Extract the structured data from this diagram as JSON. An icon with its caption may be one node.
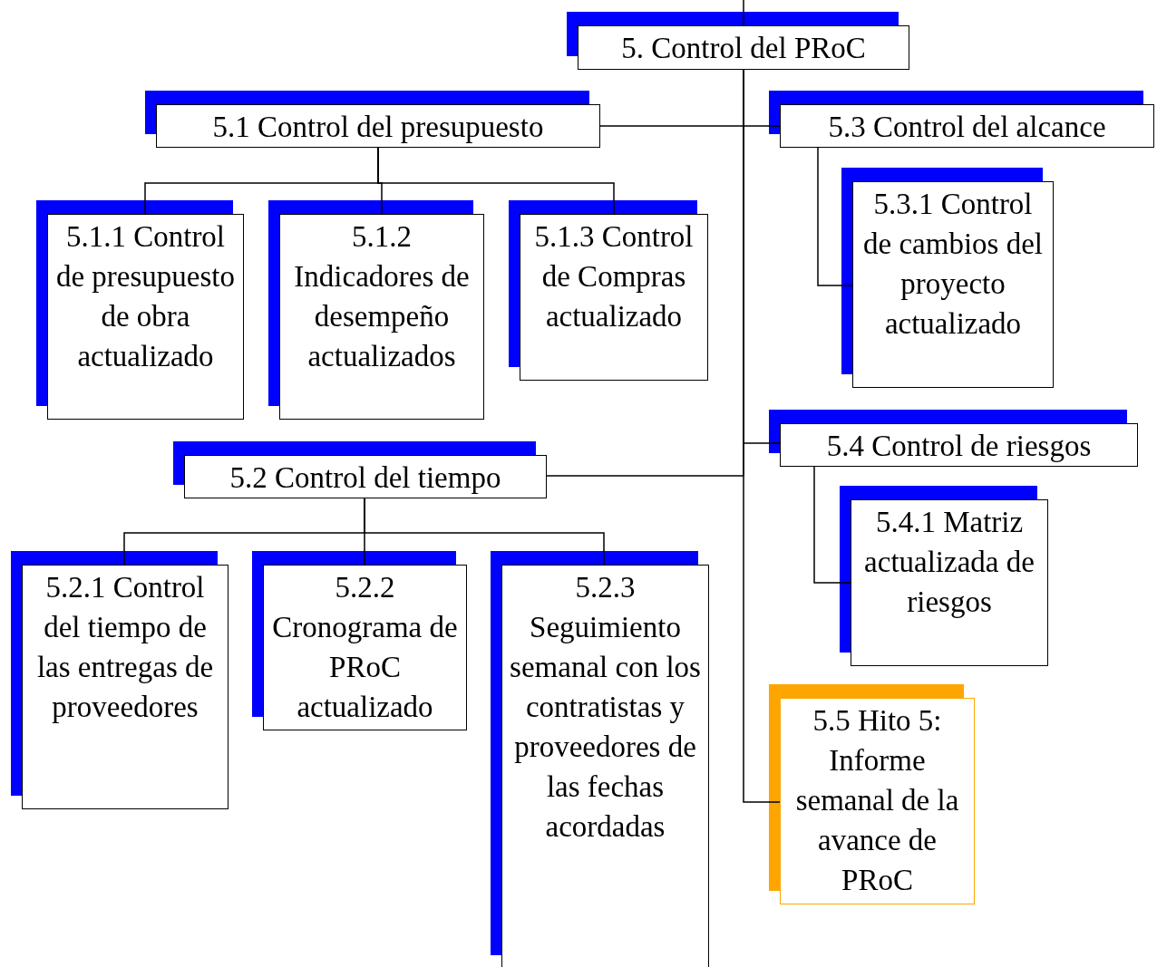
{
  "diagram": {
    "nodes": [
      {
        "text": [
          "5. Control del PRoC"
        ]
      },
      {
        "text": [
          "5.1 Control del presupuesto"
        ]
      },
      {
        "text": [
          "5.1.1 Control de presupuesto de obra actualizado"
        ]
      },
      {
        "text": [
          "5.1.2 Indicadores de desempeño actualizados"
        ]
      },
      {
        "text": [
          "5.1.3 Control de Compras actualizado"
        ]
      },
      {
        "text": [
          "5.2 Control del tiempo"
        ]
      },
      {
        "text": [
          "5.2.1 Control del tiempo de las entregas de proveedores"
        ]
      },
      {
        "text": [
          "5.2.2 Cronograma de PRoC actualizado"
        ]
      },
      {
        "text": [
          "5.2.3 Seguimiento semanal con los contratistas y proveedores de las fechas acordadas"
        ]
      },
      {
        "text": [
          "5.3 Control del alcance"
        ]
      },
      {
        "text": [
          "5.3.1 Control de cambios del proyecto actualizado"
        ]
      },
      {
        "text": [
          "5.4 Control de riesgos"
        ]
      },
      {
        "text": [
          "5.4.1 Matriz actualizada de riesgos"
        ]
      },
      {
        "text": [
          "5.5 Hito 5: Informe semanal de la avance de PRoC"
        ]
      }
    ],
    "edges": [
      {
        "from": null,
        "to": 0,
        "arrow": "none"
      },
      {
        "from": 0,
        "to": 1,
        "arrow": "none"
      },
      {
        "from": 0,
        "to": 9,
        "arrow": "none"
      },
      {
        "from": 0,
        "to": 5,
        "arrow": "none"
      },
      {
        "from": 0,
        "to": 11,
        "arrow": "none"
      },
      {
        "from": 0,
        "to": 13,
        "arrow": "none"
      },
      {
        "from": 1,
        "to": 2,
        "arrow": "none"
      },
      {
        "from": 1,
        "to": 3,
        "arrow": "none"
      },
      {
        "from": 1,
        "to": 4,
        "arrow": "none"
      },
      {
        "from": 5,
        "to": 6,
        "arrow": "none"
      },
      {
        "from": 5,
        "to": 7,
        "arrow": "none"
      },
      {
        "from": 5,
        "to": 8,
        "arrow": "none"
      },
      {
        "from": 9,
        "to": 10,
        "arrow": "none"
      },
      {
        "from": 11,
        "to": 12,
        "arrow": "none"
      }
    ]
  }
}
